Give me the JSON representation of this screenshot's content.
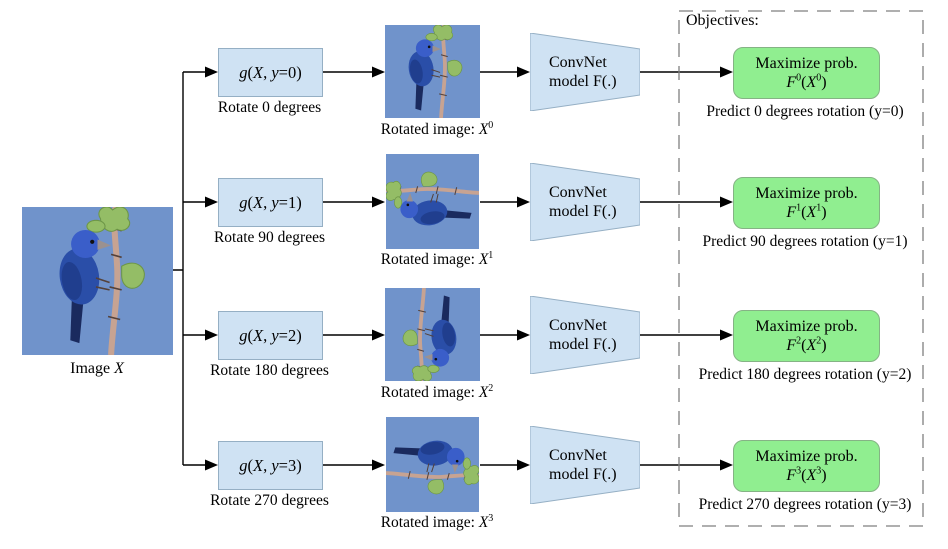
{
  "figure": {
    "objectives_header": "Objectives:",
    "image_x": {
      "caption": "Image",
      "var": "X"
    },
    "rows": [
      {
        "g_fn": "g",
        "g_open": "(",
        "g_var": "X",
        "g_sep": ", ",
        "g_param": "y",
        "g_eq": "=",
        "g_val": "0",
        "g_close": ")",
        "rotate_label": "Rotate 0 degrees",
        "rotated_caption": "Rotated image:",
        "rotated_var": "X",
        "rotated_sup": "0",
        "convnet_line1": "ConvNet",
        "convnet_line2": "model F(.)",
        "objective_line1": "Maximize prob.",
        "obj_fn": "F",
        "obj_fn_sup": "0",
        "obj_open": "(",
        "obj_var": "X",
        "obj_var_sup": "0",
        "obj_close": ")",
        "predict_label": "Predict 0 degrees rotation (y=0)"
      },
      {
        "g_fn": "g",
        "g_open": "(",
        "g_var": "X",
        "g_sep": ", ",
        "g_param": "y",
        "g_eq": "=",
        "g_val": "1",
        "g_close": ")",
        "rotate_label": "Rotate 90 degrees",
        "rotated_caption": "Rotated image:",
        "rotated_var": "X",
        "rotated_sup": "1",
        "convnet_line1": "ConvNet",
        "convnet_line2": "model F(.)",
        "objective_line1": "Maximize prob.",
        "obj_fn": "F",
        "obj_fn_sup": "1",
        "obj_open": "(",
        "obj_var": "X",
        "obj_var_sup": "1",
        "obj_close": ")",
        "predict_label": "Predict 90 degrees rotation (y=1)"
      },
      {
        "g_fn": "g",
        "g_open": "(",
        "g_var": "X",
        "g_sep": ", ",
        "g_param": "y",
        "g_eq": "=",
        "g_val": "2",
        "g_close": ")",
        "rotate_label": "Rotate 180 degrees",
        "rotated_caption": "Rotated image:",
        "rotated_var": "X",
        "rotated_sup": "2",
        "convnet_line1": "ConvNet",
        "convnet_line2": "model F(.)",
        "objective_line1": "Maximize prob.",
        "obj_fn": "F",
        "obj_fn_sup": "2",
        "obj_open": "(",
        "obj_var": "X",
        "obj_var_sup": "2",
        "obj_close": ")",
        "predict_label": "Predict 180 degrees rotation (y=2)"
      },
      {
        "g_fn": "g",
        "g_open": "(",
        "g_var": "X",
        "g_sep": ", ",
        "g_param": "y",
        "g_eq": "=",
        "g_val": "3",
        "g_close": ")",
        "rotate_label": "Rotate 270 degrees",
        "rotated_caption": "Rotated image:",
        "rotated_var": "X",
        "rotated_sup": "3",
        "convnet_line1": "ConvNet",
        "convnet_line2": "model F(.)",
        "objective_line1": "Maximize prob.",
        "obj_fn": "F",
        "obj_fn_sup": "3",
        "obj_open": "(",
        "obj_var": "X",
        "obj_var_sup": "3",
        "obj_close": ")",
        "predict_label": "Predict 270 degrees rotation (y=3)"
      }
    ],
    "colors": {
      "box_blue_fill": "#cfe2f3",
      "box_blue_border": "#95afc4",
      "green_fill": "#90ee90",
      "green_border": "#85b385",
      "dash_color": "#7f7f7f",
      "arrow_color": "#000000",
      "sky_blue": "#7093cb",
      "leaf_green": "#94bd66",
      "branch_tan": "#c7a392",
      "bird_dark_blue": "#2a4ea8",
      "bird_head_blue": "#3a5ec9",
      "bird_tail_blue": "#1a2a5e",
      "text_color": "#000000"
    }
  }
}
